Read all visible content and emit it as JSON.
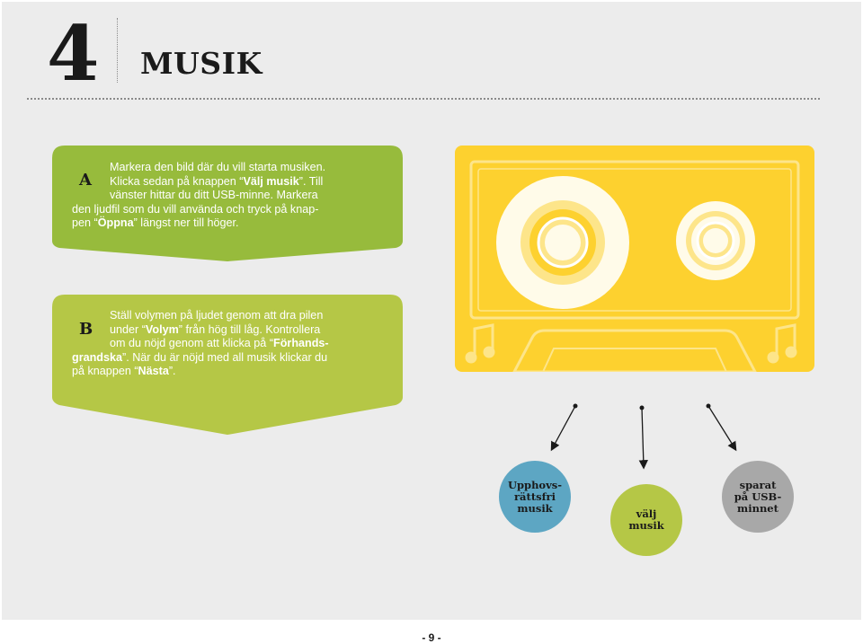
{
  "header": {
    "chapter_number": "4",
    "chapter_title": "MUSIK"
  },
  "step_a": {
    "letter": "A",
    "lines": [
      "Markera den bild där du vill starta musiken.",
      "Klicka sedan på knappen “Välj musik”. Till",
      "vänster hittar du ditt USB-minne. Markera",
      "den ljudfil som du vill använda och tryck på knap-",
      "pen “Öppna” längst ner till höger."
    ]
  },
  "step_b": {
    "letter": "B",
    "lines": [
      "Ställ volymen på ljudet genom att dra pilen",
      "under “Volym” från hög till låg. Kontrollera",
      "om du nöjd genom att klicka på “Förhands-",
      "grandska”. När du är nöjd med all musik klickar du",
      "på knappen “Nästa”."
    ]
  },
  "tags": {
    "royalty_free": "Upphovs-\nrättsfri\nmusik",
    "choose": "välj\nmusik",
    "saved_usb": "sparat\npå USB-\nminnet"
  },
  "colors": {
    "green_a": "#97bb3c",
    "green_b": "#b5c746",
    "cassette_yellow": "#fdd12f",
    "teal": "#5da6c3",
    "lime": "#b5c746",
    "gray_tag": "#a8a8a8"
  },
  "footer": {
    "page_number": "- 9 -"
  }
}
